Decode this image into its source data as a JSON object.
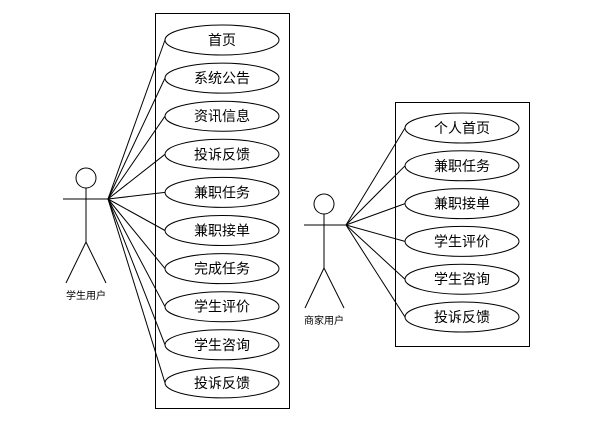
{
  "actors": {
    "student": {
      "label": "学生用户"
    },
    "merchant": {
      "label": "商家用户"
    }
  },
  "systems": {
    "student": {
      "use_cases": [
        "首页",
        "系统公告",
        "资讯信息",
        "投诉反馈",
        "兼职任务",
        "兼职接单",
        "完成任务",
        "学生评价",
        "学生咨询",
        "投诉反馈"
      ]
    },
    "merchant": {
      "use_cases": [
        "个人首页",
        "兼职任务",
        "兼职接单",
        "学生评价",
        "学生咨询",
        "投诉反馈"
      ]
    }
  }
}
